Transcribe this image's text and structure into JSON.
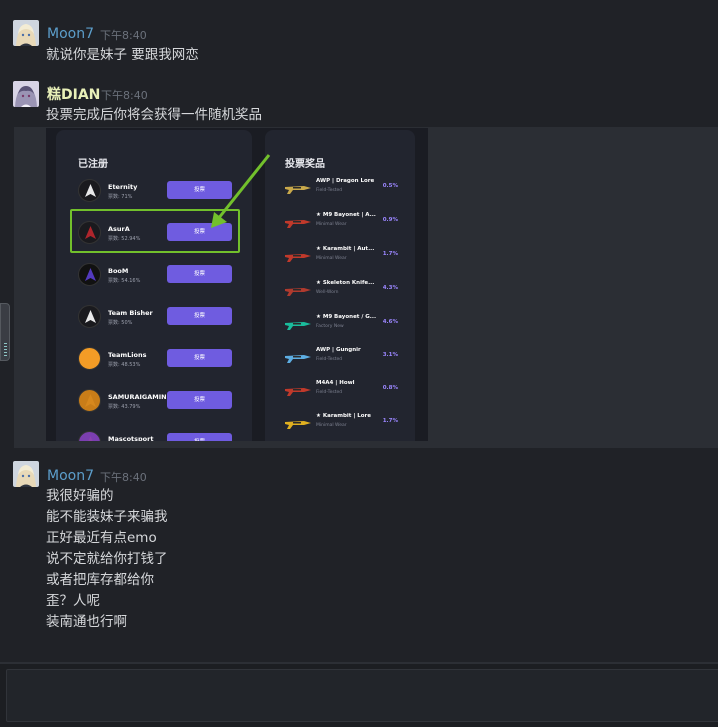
{
  "messages": [
    {
      "user": "Moon7",
      "name_color": "#5c9ecb",
      "time": "下午8:40",
      "lines": [
        "就说你是妹子 要跟我网恋"
      ]
    },
    {
      "user": "糕DIAN",
      "name_color": "#e8f0b8",
      "time": "下午8:40",
      "lines": [
        "投票完成后你将会获得一件随机奖品"
      ]
    },
    {
      "user": "Moon7",
      "name_color": "#5c9ecb",
      "time": "下午8:40",
      "lines": [
        "我很好骗的",
        "能不能装妹子来骗我",
        "正好最近有点emo",
        "说不定就给你打钱了",
        "或者把库存都给你",
        "歪？人呢",
        "装南通也行啊"
      ]
    }
  ],
  "embed": {
    "registered_title": "已注册",
    "prizes_title": "投票奖品",
    "vote_label": "投票",
    "pct_prefix": "票数:",
    "highlight_color": "#72c02c",
    "teams": [
      {
        "name": "Eternity",
        "pct": "71%",
        "icon": "eternity-logo-icon",
        "color": "#ffffff",
        "bg": "#1a1a1e"
      },
      {
        "name": "AsurA",
        "pct": "52.94%",
        "icon": "asura-logo-icon",
        "color": "#c0272d",
        "bg": "#1a1a1e"
      },
      {
        "name": "BooM",
        "pct": "54.16%",
        "icon": "boom-logo-icon",
        "color": "#5b3fd1",
        "bg": "#111111"
      },
      {
        "name": "Team Bisher",
        "pct": "50%",
        "icon": "team-bisher-logo-icon",
        "color": "#ffffff",
        "bg": "#1a1a1e"
      },
      {
        "name": "TeamLions",
        "pct": "48.53%",
        "icon": "teamlions-logo-icon",
        "color": "#f39c26",
        "bg": "#f39c26"
      },
      {
        "name": "SAMURAIGAMING",
        "pct": "43.79%",
        "icon": "samurai-gaming-logo-icon",
        "color": "#d88a1e",
        "bg": "#c97d18"
      },
      {
        "name": "Mascotsport",
        "pct": "",
        "icon": "mascotsport-logo-icon",
        "color": "#8e44ad",
        "bg": "#7b3fb0"
      }
    ],
    "prizes": [
      {
        "name": "AWP | Dragon Lore",
        "condition": "Field-Tested",
        "pct": "0.5%",
        "icon": "awp-rifle-icon",
        "color": "#c9a94b"
      },
      {
        "name": "★ M9 Bayonet | A...",
        "condition": "Minimal Wear",
        "pct": "0.9%",
        "icon": "m9-bayonet-icon",
        "color": "#c0392b"
      },
      {
        "name": "★ Karambit | Aut...",
        "condition": "Minimal Wear",
        "pct": "1.7%",
        "icon": "karambit-knife-icon",
        "color": "#c0392b"
      },
      {
        "name": "★ Skeleton Knife...",
        "condition": "Well-Worn",
        "pct": "4.3%",
        "icon": "skeleton-knife-icon",
        "color": "#b03a2e"
      },
      {
        "name": "★ M9 Bayonet / G...",
        "condition": "Factory New",
        "pct": "4.6%",
        "icon": "m9-bayonet-gamma-icon",
        "color": "#1abc9c"
      },
      {
        "name": "AWP | Gungnir",
        "condition": "Field-Tested",
        "pct": "3.1%",
        "icon": "awp-gungnir-icon",
        "color": "#5dade2"
      },
      {
        "name": "M4A4 | Howl",
        "condition": "Field-Tested",
        "pct": "0.8%",
        "icon": "m4a4-howl-icon",
        "color": "#c0392b"
      },
      {
        "name": "★ Karambit | Lore",
        "condition": "Minimal Wear",
        "pct": "1.7%",
        "icon": "karambit-lore-icon",
        "color": "#e0b020"
      }
    ]
  }
}
